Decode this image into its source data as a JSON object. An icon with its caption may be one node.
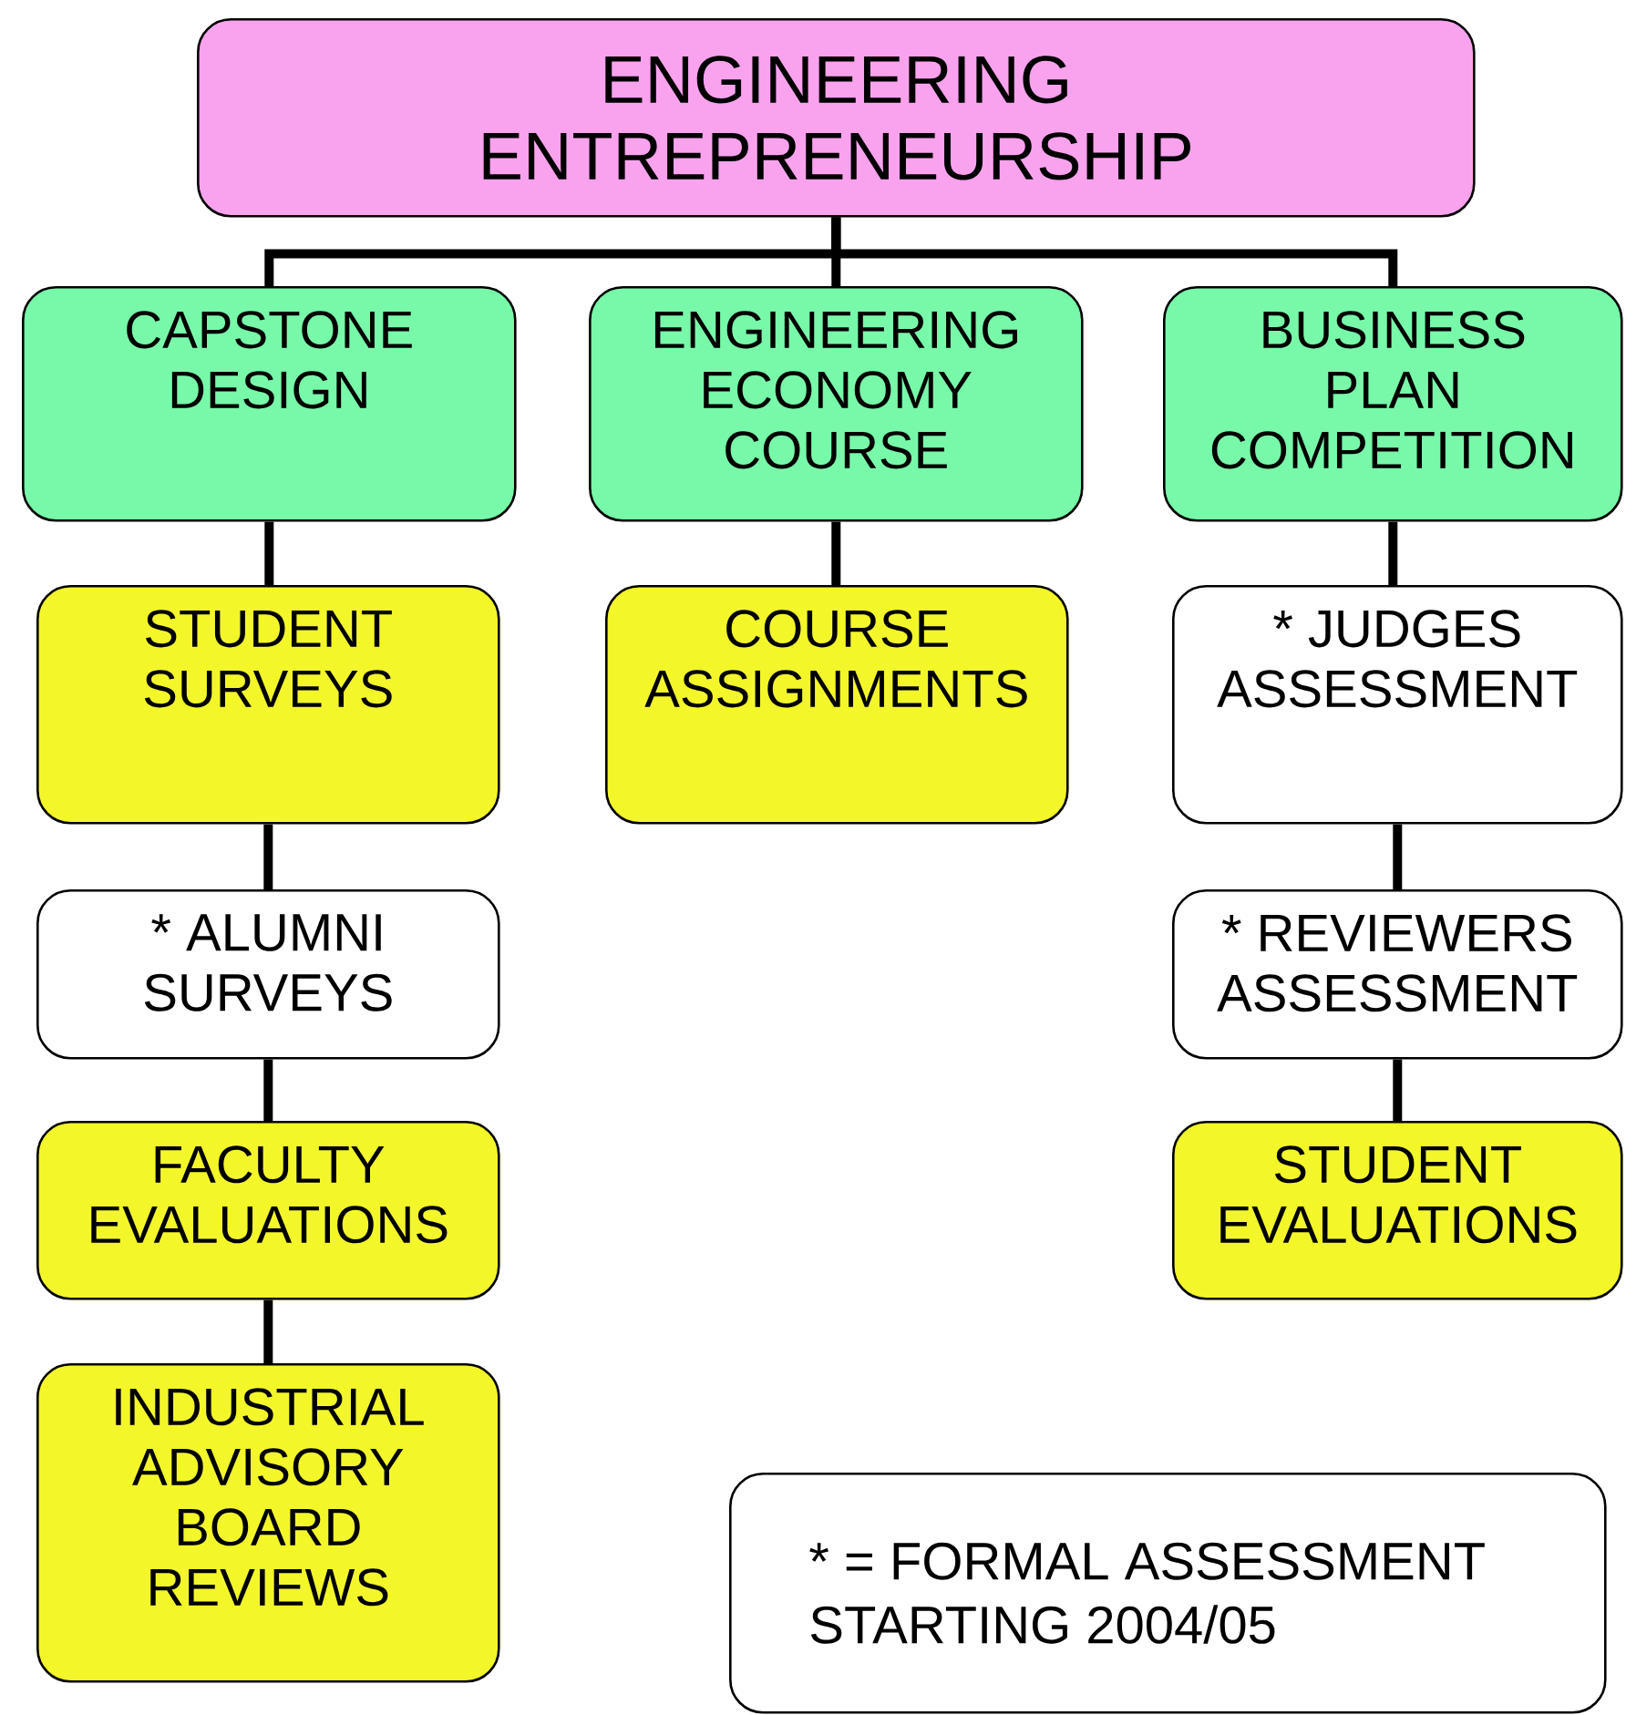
{
  "diagram": {
    "nodes": [
      {
        "text": [
          "ENGINEERING ENTREPRENEURSHIP"
        ]
      },
      {
        "text": [
          "CAPSTONE DESIGN"
        ]
      },
      {
        "text": [
          "ENGINEERING ECONOMY COURSE"
        ]
      },
      {
        "text": [
          "BUSINESS PLAN COMPETITION"
        ]
      },
      {
        "text": [
          "STUDENT SURVEYS"
        ]
      },
      {
        "text": [
          "COURSE ASSIGNMENTS"
        ]
      },
      {
        "text": [
          "* JUDGES ASSESSMENT"
        ]
      },
      {
        "text": [
          "* ALUMNI SURVEYS"
        ]
      },
      {
        "text": [
          "* REVIEWERS ASSESSMENT"
        ]
      },
      {
        "text": [
          "FACULTY EVALUATIONS"
        ]
      },
      {
        "text": [
          "STUDENT EVALUATIONS"
        ]
      },
      {
        "text": [
          "INDUSTRIAL ADVISORY BOARD REVIEWS"
        ]
      },
      {
        "text": [
          "* = FORMAL ASSESSMENT STARTING 2004/05"
        ]
      }
    ],
    "edges": [
      {
        "from": 0,
        "to": 1,
        "arrow": "none"
      },
      {
        "from": 0,
        "to": 2,
        "arrow": "none"
      },
      {
        "from": 0,
        "to": 3,
        "arrow": "none"
      },
      {
        "from": 1,
        "to": 4,
        "arrow": "none"
      },
      {
        "from": 4,
        "to": 7,
        "arrow": "none"
      },
      {
        "from": 7,
        "to": 9,
        "arrow": "none"
      },
      {
        "from": 9,
        "to": 11,
        "arrow": "none"
      },
      {
        "from": 2,
        "to": 5,
        "arrow": "none"
      },
      {
        "from": 3,
        "to": 6,
        "arrow": "none"
      },
      {
        "from": 6,
        "to": 8,
        "arrow": "none"
      },
      {
        "from": 8,
        "to": 10,
        "arrow": "none"
      }
    ]
  }
}
